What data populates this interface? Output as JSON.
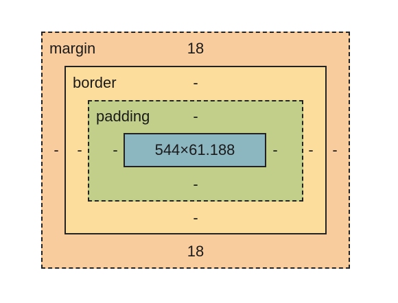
{
  "box_model": {
    "margin": {
      "label": "margin",
      "top": "18",
      "right": "-",
      "bottom": "18",
      "left": "-"
    },
    "border": {
      "label": "border",
      "top": "-",
      "right": "-",
      "bottom": "-",
      "left": "-"
    },
    "padding": {
      "label": "padding",
      "top": "-",
      "right": "-",
      "bottom": "-",
      "left": "-"
    },
    "content": {
      "size": "544×61.188"
    }
  },
  "colors": {
    "margin": "#f9cc9d",
    "border": "#fddd9b",
    "padding": "#c2cf8a",
    "content": "#8cb6c0"
  }
}
